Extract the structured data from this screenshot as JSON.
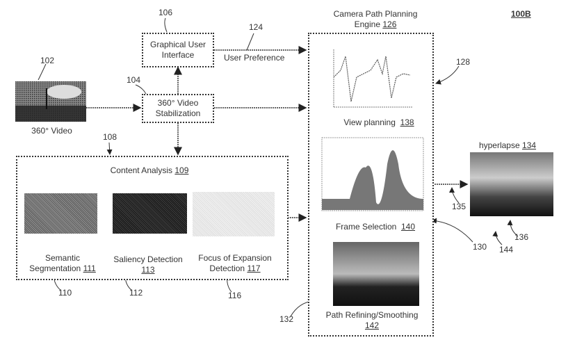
{
  "figure_label": "100B",
  "nodes": {
    "video": {
      "label": "360° Video",
      "ref": "102"
    },
    "gui": {
      "label_line1": "Graphical User",
      "label_line2": "Interface",
      "ref": "106"
    },
    "stabilization": {
      "label_line1": "360° Video",
      "label_line2": "Stabilization",
      "ref": "104"
    },
    "content_analysis": {
      "title": "Content Analysis",
      "title_ref": "109",
      "ref": "108",
      "items": [
        {
          "label_line1": "Semantic",
          "label_line2": "Segmentation",
          "num": "111",
          "ref": "110"
        },
        {
          "label_line1": "Saliency Detection",
          "label_line2": "",
          "num": "113",
          "ref": "112"
        },
        {
          "label_line1": "Focus of Expansion",
          "label_line2": "Detection",
          "num": "117",
          "ref": "116"
        }
      ]
    },
    "engine": {
      "title_line1": "Camera Path Planning",
      "title_line2": "Engine",
      "title_ref": "126",
      "ref_view": "128",
      "ref_frame": "130",
      "ref_path": "132",
      "view_planning": {
        "label": "View planning",
        "num": "138"
      },
      "frame_selection": {
        "label": "Frame Selection",
        "num": "140"
      },
      "path_refining": {
        "label": "Path Refining/Smoothing",
        "num": "142"
      }
    },
    "hyperlapse": {
      "label": "hyperlapse",
      "num": "134",
      "ref_in": "135",
      "ref_img": "136",
      "ref_out": "144"
    }
  },
  "edges": {
    "user_pref": {
      "label": "User Preference",
      "ref": "124"
    }
  },
  "colors": {
    "line": "#333333",
    "background": "#ffffff"
  }
}
